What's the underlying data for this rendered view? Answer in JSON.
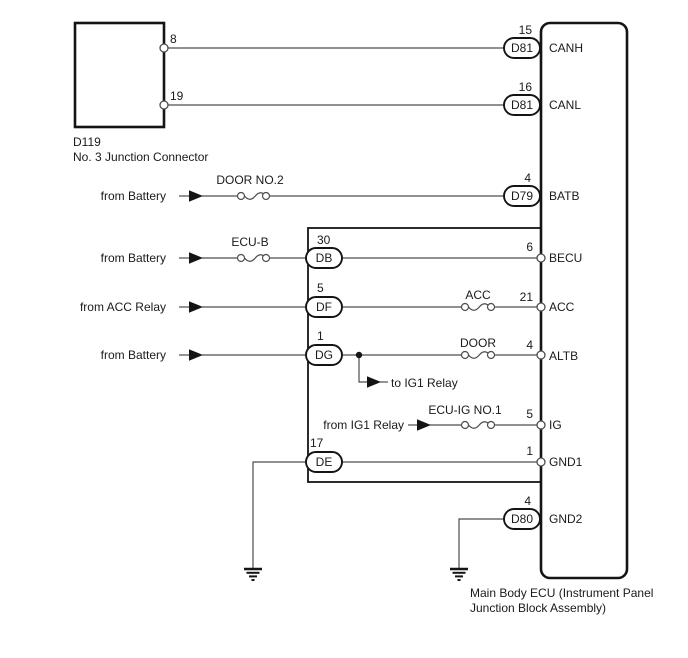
{
  "colors": {
    "line": "#141414",
    "wire": "#4d4d4d",
    "background": "#ffffff"
  },
  "junction_connector": {
    "code": "D119",
    "name": "No. 3 Junction Connector",
    "pins": {
      "canh": "8",
      "canl": "19"
    }
  },
  "ecu": {
    "name_line1": "Main Body ECU (Instrument Panel",
    "name_line2": "Junction Block Assembly)"
  },
  "rows": {
    "canh": {
      "pin": "15",
      "connector": "D81",
      "terminal": "CANH"
    },
    "canl": {
      "pin": "16",
      "connector": "D81",
      "terminal": "CANL"
    },
    "batb": {
      "pin": "4",
      "connector": "D79",
      "terminal": "BATB",
      "fuse": "DOOR NO.2",
      "source": "from Battery"
    },
    "becu": {
      "pin": "6",
      "terminal": "BECU",
      "fuse": "ECU-B",
      "source": "from Battery",
      "block_connector": "DB",
      "block_pin": "30"
    },
    "acc": {
      "pin": "21",
      "terminal": "ACC",
      "fuse": "ACC",
      "source": "from ACC Relay",
      "block_connector": "DF",
      "block_pin": "5"
    },
    "altb": {
      "pin": "4",
      "terminal": "ALTB",
      "fuse": "DOOR",
      "source": "from Battery",
      "block_connector": "DG",
      "block_pin": "1",
      "branch": "to IG1 Relay"
    },
    "ig": {
      "pin": "5",
      "terminal": "IG",
      "fuse": "ECU-IG NO.1",
      "source": "from IG1 Relay"
    },
    "gnd1": {
      "pin": "1",
      "terminal": "GND1",
      "block_connector": "DE",
      "block_pin": "17"
    },
    "gnd2": {
      "pin": "4",
      "connector": "D80",
      "terminal": "GND2"
    }
  }
}
